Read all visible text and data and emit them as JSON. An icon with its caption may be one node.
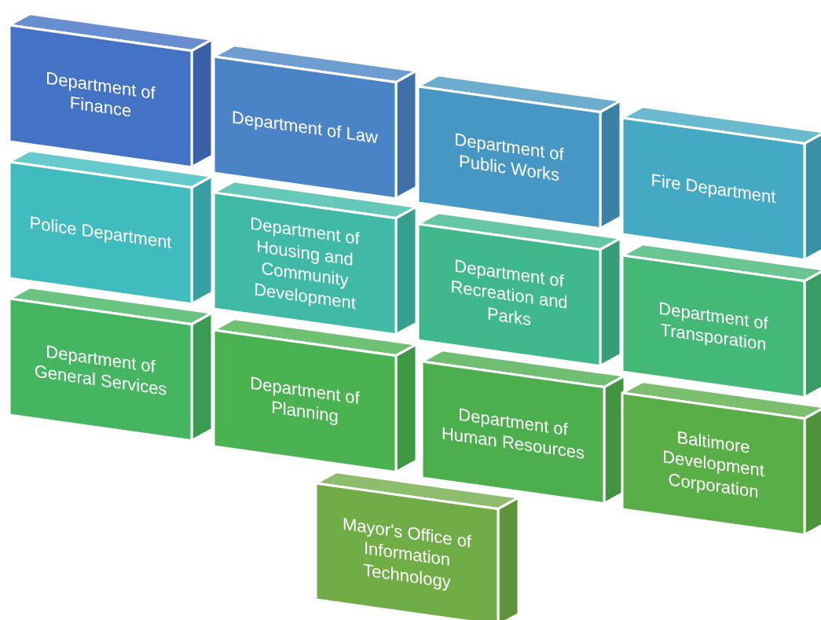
{
  "diagram": {
    "nodes": [
      {
        "text": [
          "Department of Finance"
        ]
      },
      {
        "text": [
          "Department of Law"
        ]
      },
      {
        "text": [
          "Department of Public Works"
        ]
      },
      {
        "text": [
          "Fire Department"
        ]
      },
      {
        "text": [
          "Police Department"
        ]
      },
      {
        "text": [
          "Department of Housing and Community Development"
        ]
      },
      {
        "text": [
          "Department of Recreation and Parks"
        ]
      },
      {
        "text": [
          "Department of Transporation"
        ]
      },
      {
        "text": [
          "Department of General Services"
        ]
      },
      {
        "text": [
          "Department of Planning"
        ]
      },
      {
        "text": [
          "Department of Human Resources"
        ]
      },
      {
        "text": [
          "Baltimore Development Corporation"
        ]
      },
      {
        "text": [
          "Mayor's Office of Information Technology"
        ]
      }
    ]
  }
}
